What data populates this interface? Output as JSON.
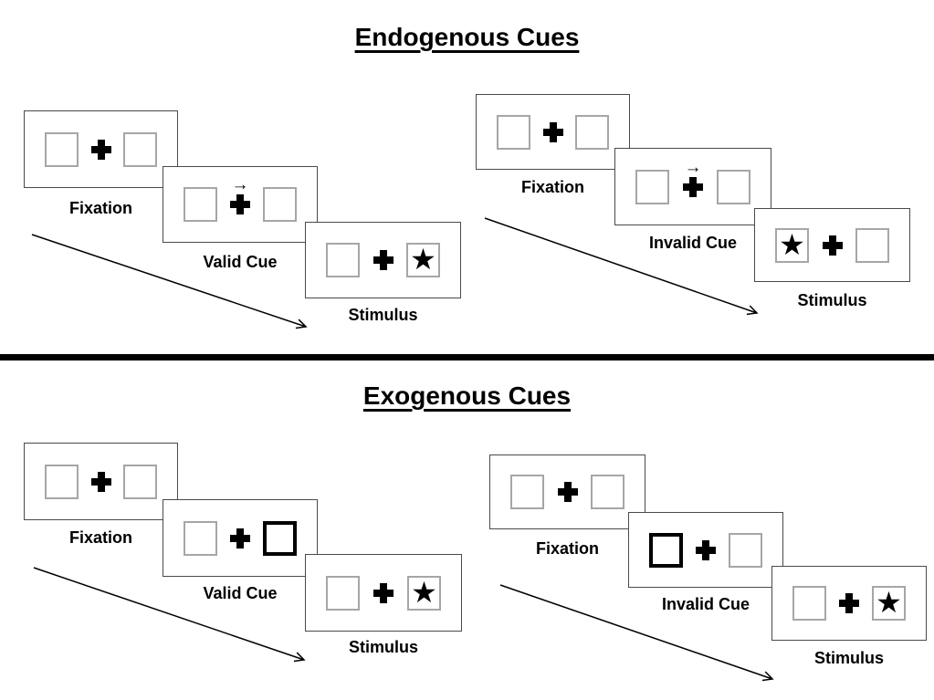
{
  "sections": {
    "endogenous": {
      "title": "Endogenous Cues"
    },
    "exogenous": {
      "title": "Exogenous Cues"
    }
  },
  "labels": {
    "fixation": "Fixation",
    "valid_cue": "Valid Cue",
    "invalid_cue": "Invalid Cue",
    "stimulus": "Stimulus"
  },
  "icons": {
    "plus": "css-heavy-cross",
    "star": "★",
    "cue_arrow": "→"
  },
  "colors": {
    "background": "#ffffff",
    "ink": "#000000",
    "panel_border": "#4a4a4a",
    "square_border": "#a6a6a6",
    "highlight_square_border": "#000000",
    "divider": "#000000"
  },
  "sequences": [
    {
      "section": "Endogenous Cues",
      "trial": "Valid",
      "steps": [
        "Fixation",
        "Valid Cue",
        "Stimulus"
      ],
      "cue": "central arrow above fixation cross pointing right",
      "stimulus_location": "right box"
    },
    {
      "section": "Endogenous Cues",
      "trial": "Invalid",
      "steps": [
        "Fixation",
        "Invalid Cue",
        "Stimulus"
      ],
      "cue": "central arrow above fixation cross pointing right",
      "stimulus_location": "left box"
    },
    {
      "section": "Exogenous Cues",
      "trial": "Valid",
      "steps": [
        "Fixation",
        "Valid Cue",
        "Stimulus"
      ],
      "cue": "right box outline highlighted bold",
      "stimulus_location": "right box"
    },
    {
      "section": "Exogenous Cues",
      "trial": "Invalid",
      "steps": [
        "Fixation",
        "Invalid Cue",
        "Stimulus"
      ],
      "cue": "left box outline highlighted bold",
      "stimulus_location": "right box"
    }
  ]
}
